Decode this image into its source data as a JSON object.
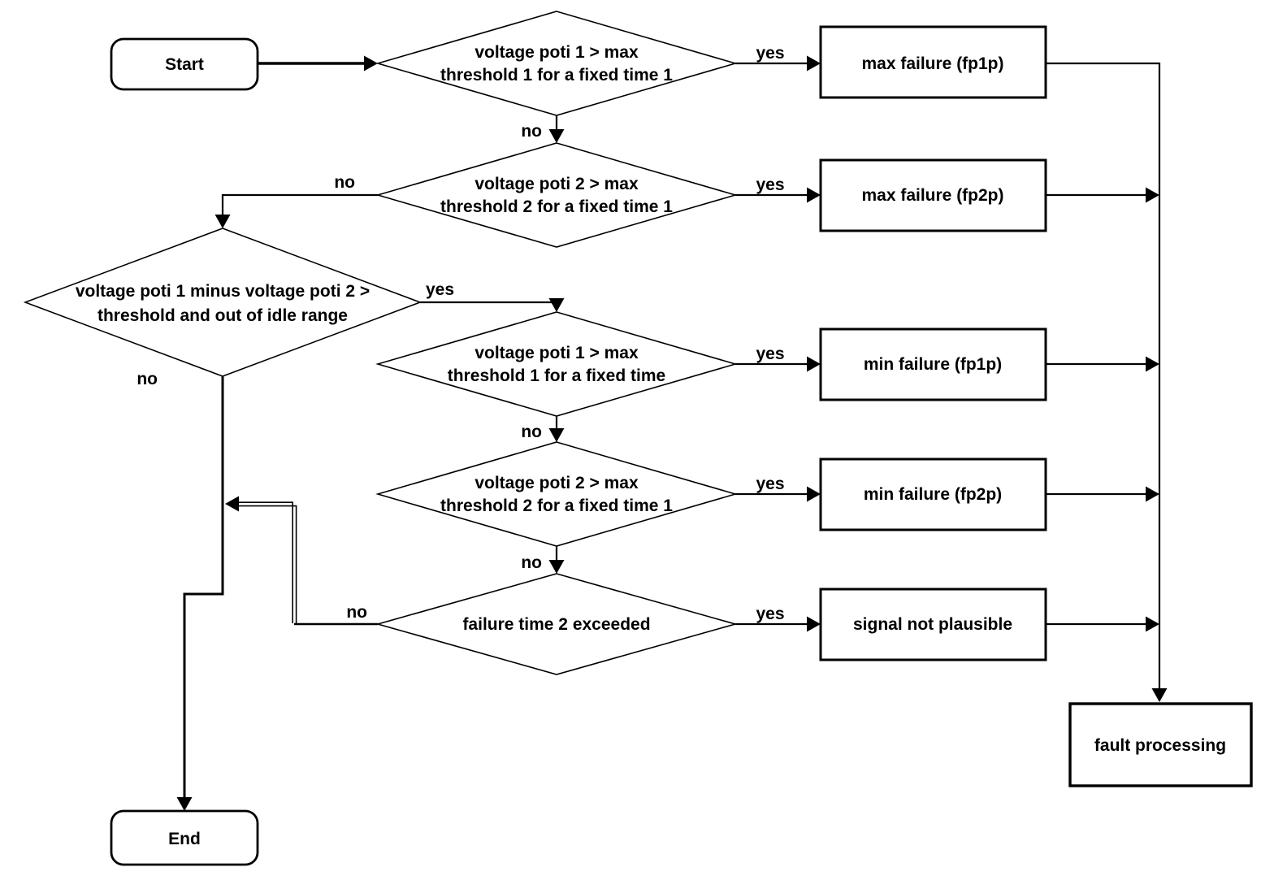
{
  "diagram": {
    "type": "flowchart",
    "colors": {
      "background": "#ffffff",
      "stroke": "#000000",
      "text": "#000000"
    },
    "nodes": {
      "start": {
        "shape": "rounded-terminator",
        "label": "Start"
      },
      "end": {
        "shape": "rounded-terminator",
        "label": "End"
      },
      "d1": {
        "shape": "diamond",
        "line1": "voltage poti 1 > max",
        "line2": "threshold 1 for a fixed time 1"
      },
      "d2": {
        "shape": "diamond",
        "line1": "voltage poti 2 > max",
        "line2": "threshold 2 for a fixed time 1"
      },
      "plaus": {
        "shape": "diamond",
        "line1": "voltage poti 1 minus voltage poti 2 >",
        "line2": "threshold and out of idle range"
      },
      "d3": {
        "shape": "diamond",
        "line1": "voltage poti 1 > max",
        "line2": "threshold 1 for a fixed time"
      },
      "d4": {
        "shape": "diamond",
        "line1": "voltage poti 2 > max",
        "line2": "threshold 2 for a fixed time 1"
      },
      "d5": {
        "shape": "diamond",
        "line1": "failure time 2 exceeded"
      },
      "max_fp1p": {
        "shape": "process-box",
        "label": "max failure (fp1p)"
      },
      "max_fp2p": {
        "shape": "process-box",
        "label": "max failure (fp2p)"
      },
      "min_fp1p": {
        "shape": "process-box",
        "label": "min failure (fp1p)"
      },
      "min_fp2p": {
        "shape": "process-box",
        "label": "min failure (fp2p)"
      },
      "not_plausible": {
        "shape": "process-box",
        "label": "signal not plausible"
      },
      "fault": {
        "shape": "process-box",
        "label": "fault processing"
      }
    },
    "edges": [
      {
        "from": "start",
        "to": "d1",
        "label": ""
      },
      {
        "from": "d1",
        "to": "max_fp1p",
        "label": "yes"
      },
      {
        "from": "d1",
        "to": "d2",
        "label": "no"
      },
      {
        "from": "d2",
        "to": "max_fp2p",
        "label": "yes"
      },
      {
        "from": "d2",
        "to": "plaus",
        "label": "no"
      },
      {
        "from": "plaus",
        "to": "d3",
        "label": "yes"
      },
      {
        "from": "plaus",
        "to": "end",
        "label": "no"
      },
      {
        "from": "d3",
        "to": "min_fp1p",
        "label": "yes"
      },
      {
        "from": "d3",
        "to": "d4",
        "label": "no"
      },
      {
        "from": "d4",
        "to": "min_fp2p",
        "label": "yes"
      },
      {
        "from": "d4",
        "to": "d5",
        "label": "no"
      },
      {
        "from": "d5",
        "to": "not_plausible",
        "label": "yes"
      },
      {
        "from": "d5",
        "to": "end",
        "label": "no"
      },
      {
        "from": "max_fp1p",
        "to": "fault",
        "label": ""
      },
      {
        "from": "max_fp2p",
        "to": "fault",
        "label": ""
      },
      {
        "from": "min_fp1p",
        "to": "fault",
        "label": ""
      },
      {
        "from": "min_fp2p",
        "to": "fault",
        "label": ""
      },
      {
        "from": "not_plausible",
        "to": "fault",
        "label": ""
      }
    ]
  }
}
